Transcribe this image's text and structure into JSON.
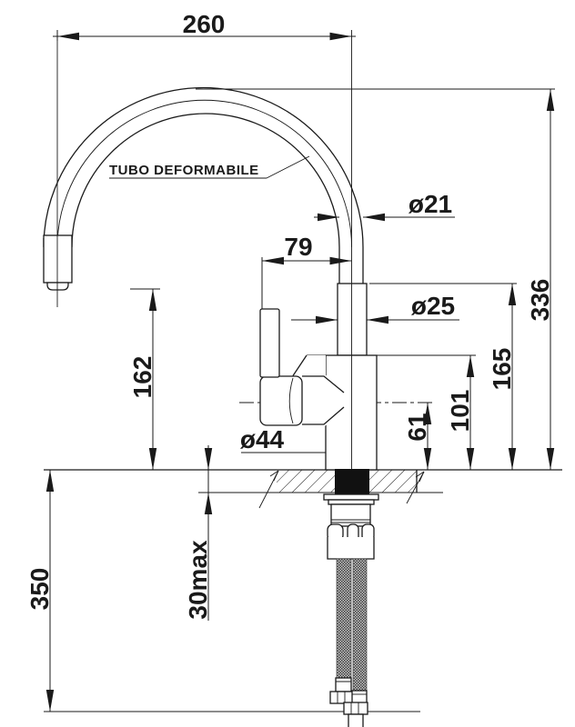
{
  "colors": {
    "ink": "#1a1a1a",
    "paper": "#ffffff"
  },
  "callout": {
    "tube": "TUBO DEFORMABILE"
  },
  "dimensions": {
    "spout_reach": "260",
    "overall_height": "336",
    "spout_to_deck": "162",
    "handle_offset": "79",
    "tube_diameter": "ø21",
    "collar_diameter": "ø25",
    "body_diameter": "ø44",
    "collar_top_height": "165",
    "body_height": "101",
    "handle_axis_height": "61",
    "hose_length": "350",
    "deck_thickness": "30max"
  }
}
